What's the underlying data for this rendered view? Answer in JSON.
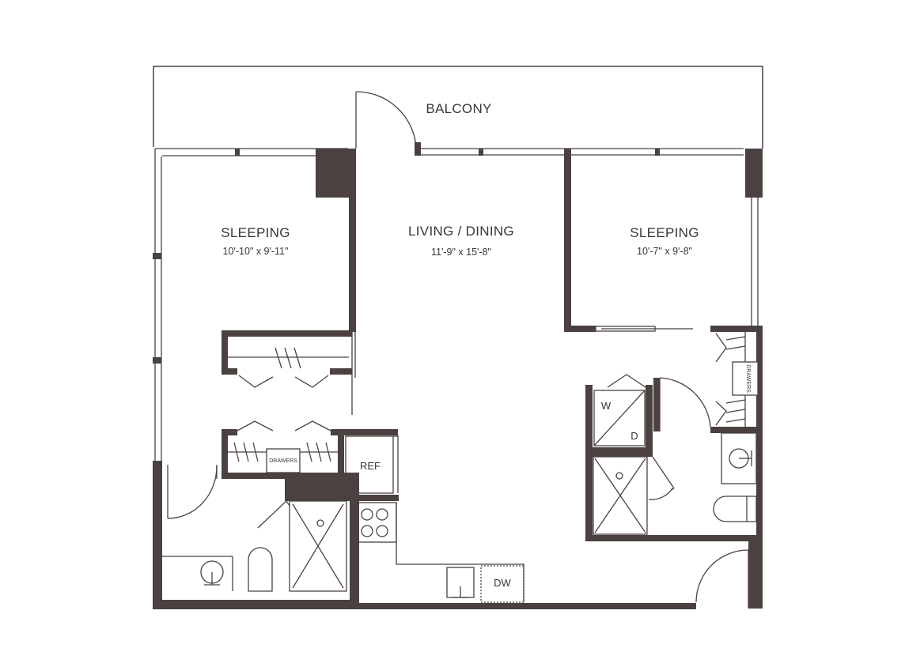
{
  "colors": {
    "wall": "#4a4140",
    "line": "#4a4140",
    "background": "#ffffff"
  },
  "rooms": {
    "balcony": {
      "name": "BALCONY"
    },
    "living": {
      "name": "LIVING / DINING",
      "dims": "11'-9\" x 15'-8\""
    },
    "bedroom_left": {
      "name": "SLEEPING",
      "dims": "10'-10\" x 9'-11\""
    },
    "bedroom_right": {
      "name": "SLEEPING",
      "dims": "10'-7\" x 9'-8\""
    }
  },
  "fixtures": {
    "ref": "REF",
    "dw": "DW",
    "drawers_left": "DRAWERS",
    "drawers_right": "DRAWERS",
    "washer": "W",
    "dryer": "D"
  }
}
